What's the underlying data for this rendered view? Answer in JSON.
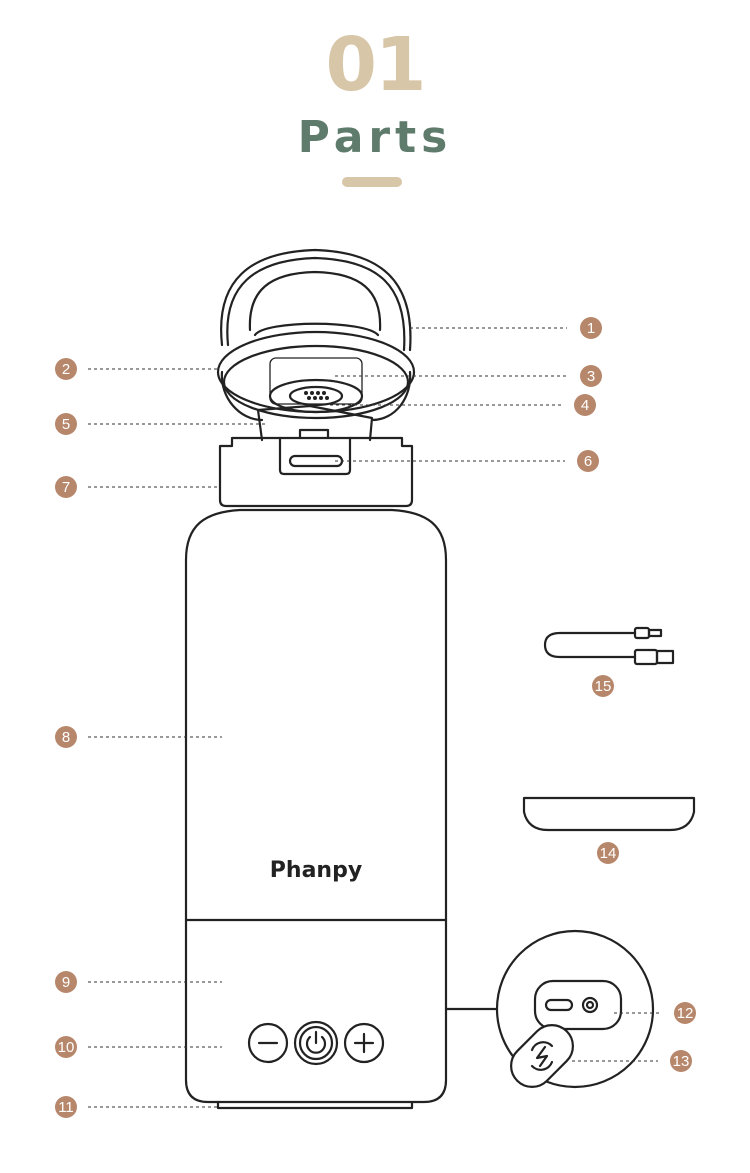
{
  "header": {
    "number": "01",
    "title": "Parts"
  },
  "brand": "Phanpy",
  "callouts": [
    "1",
    "2",
    "3",
    "4",
    "5",
    "6",
    "7",
    "8",
    "9",
    "10",
    "11",
    "12",
    "13",
    "14",
    "15"
  ],
  "colors": {
    "number": "#d8c6a8",
    "title": "#5e7b6c",
    "callout": "#b7876c"
  }
}
